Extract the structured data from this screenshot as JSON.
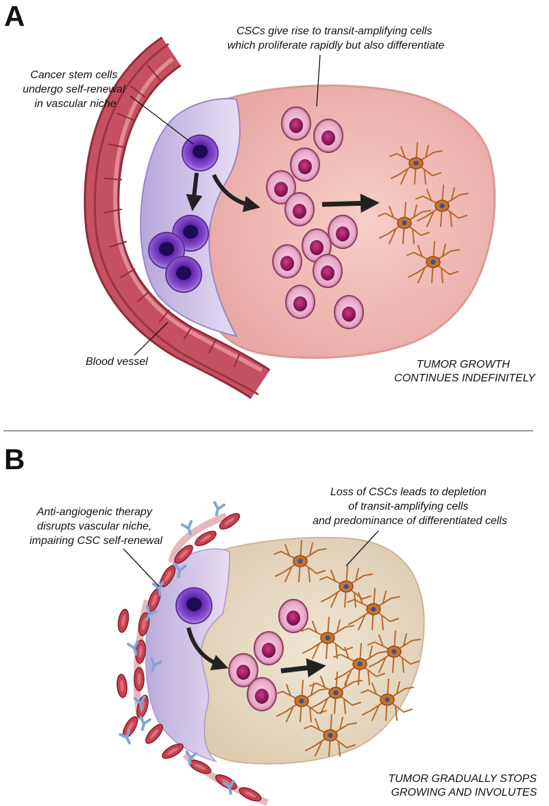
{
  "panels": [
    {
      "letter": "A",
      "labels": {
        "csc_self_renewal": [
          "Cancer stem cells",
          "undergo self-renewal",
          "in vascular niche"
        ],
        "transit_amplifying": [
          "CSCs give rise to transit-amplifying cells",
          "which proliferate rapidly but also differentiate"
        ],
        "blood_vessel": "Blood vessel",
        "outcome": [
          "TUMOR GROWTH",
          "CONTINUES INDEFINITELY"
        ]
      }
    },
    {
      "letter": "B",
      "labels": {
        "anti_angiogenic": [
          "Anti-angiogenic therapy",
          "disrupts vascular niche,",
          "impairing CSC self-renewal"
        ],
        "loss_of_cscs": [
          "Loss of CSCs leads to depletion",
          "of transit-amplifying cells",
          "and predominance of differentiated cells"
        ],
        "outcome": [
          "TUMOR GRADUALLY STOPS",
          "GROWING AND INVOLUTES"
        ]
      }
    }
  ],
  "colors": {
    "vessel": "#c5505f",
    "vessel_dark": "#8e2c3a",
    "niche": "#cfc3e6",
    "tumor_a": "#f0bcb4",
    "tumor_b": "#e8dcc6",
    "stem_cell": "#7d3fb8",
    "transit_cell": "#c54a8a",
    "differentiated_cell": "#b5682c",
    "antibody": "#8fb3dd",
    "arrow": "#222222"
  },
  "icons": [
    "stem-cell-icon",
    "transit-amplifying-cell-icon",
    "differentiated-cell-icon",
    "antibody-icon",
    "arrow-icon"
  ]
}
